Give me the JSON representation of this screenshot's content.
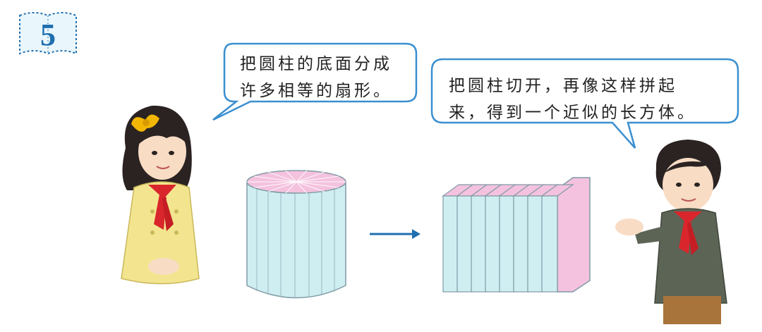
{
  "problem": {
    "number": "5"
  },
  "girl": {
    "speech_line1": "把圆柱的底面分成",
    "speech_line2": "许多相等的扇形。"
  },
  "boy": {
    "speech_line1": "把圆柱切开，再像这样拼起",
    "speech_line2": "来，得到一个近似的长方体。"
  },
  "colors": {
    "accent_blue": "#1f6fb0",
    "bubble_border": "#3a8fd0",
    "solid_face": "#cfeef2",
    "solid_top": "#f4c2de",
    "scarf_red": "#d9262c"
  }
}
